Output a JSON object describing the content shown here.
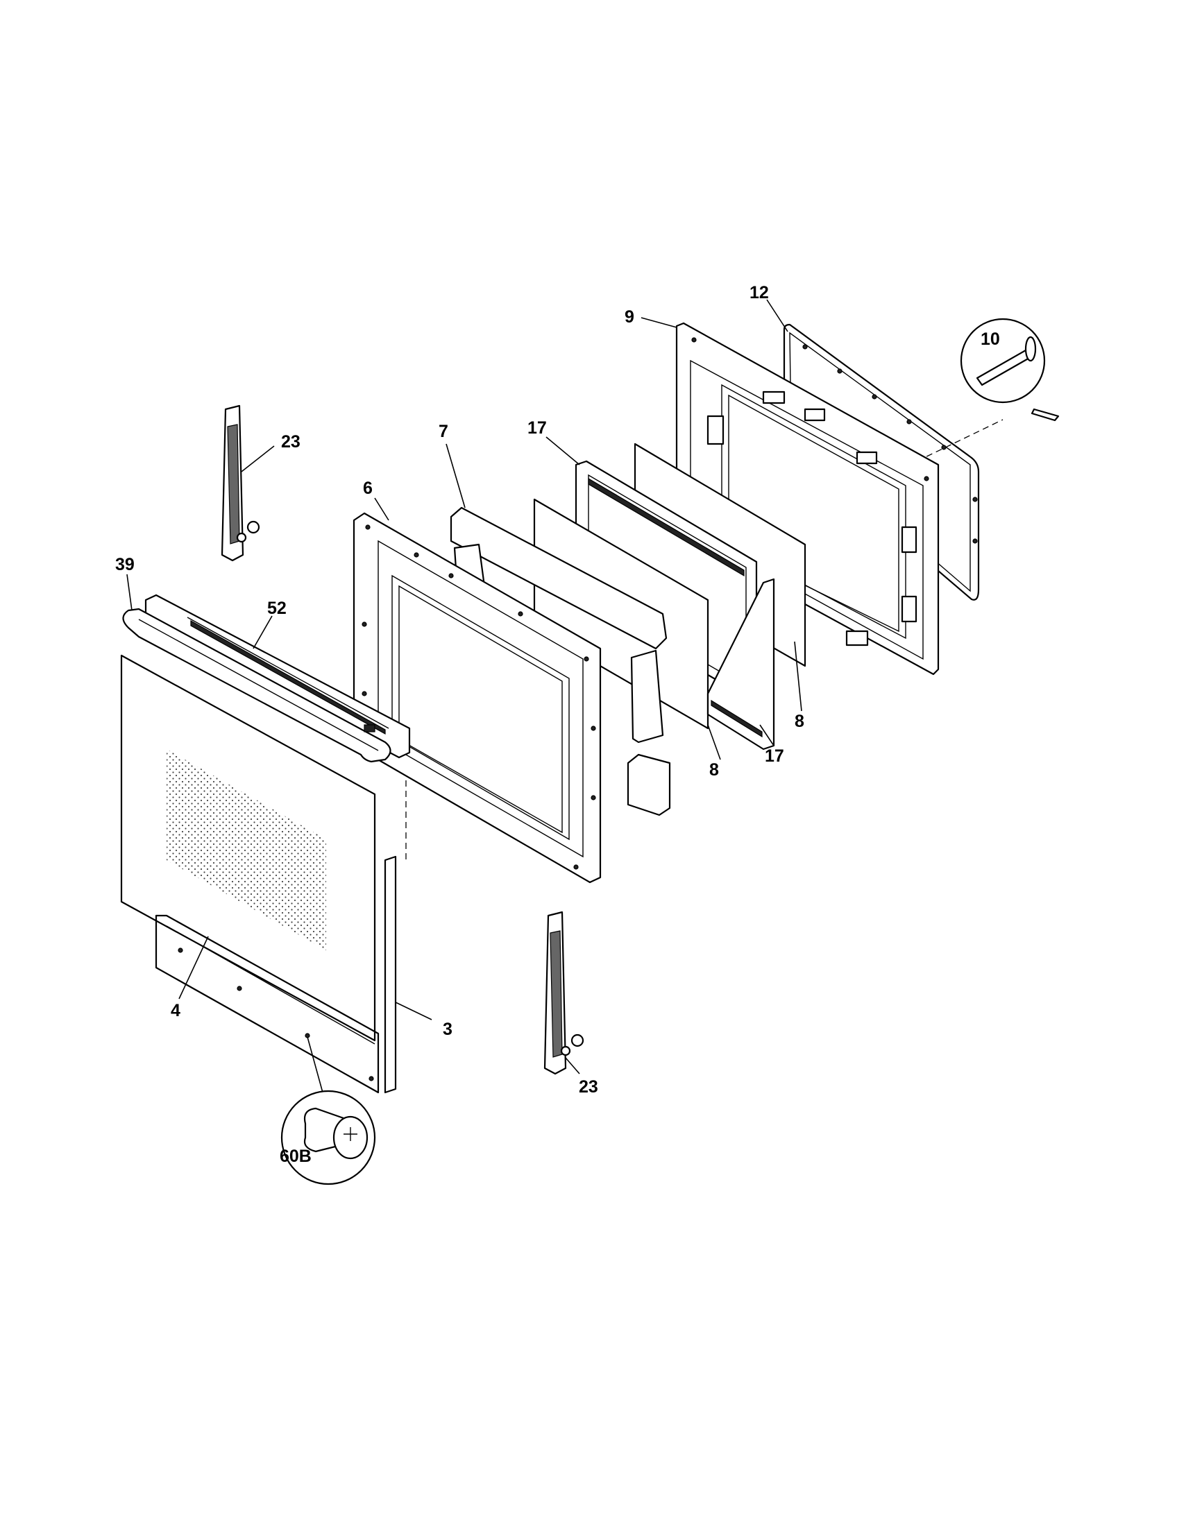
{
  "callouts": {
    "c9": "9",
    "c12": "12",
    "c10": "10",
    "c23a": "23",
    "c7": "7",
    "c17a": "17",
    "c6": "6",
    "c39": "39",
    "c52": "52",
    "c8a": "8",
    "c8b": "8",
    "c17b": "17",
    "c4": "4",
    "c3": "3",
    "c23b": "23",
    "c60b": "60B"
  }
}
